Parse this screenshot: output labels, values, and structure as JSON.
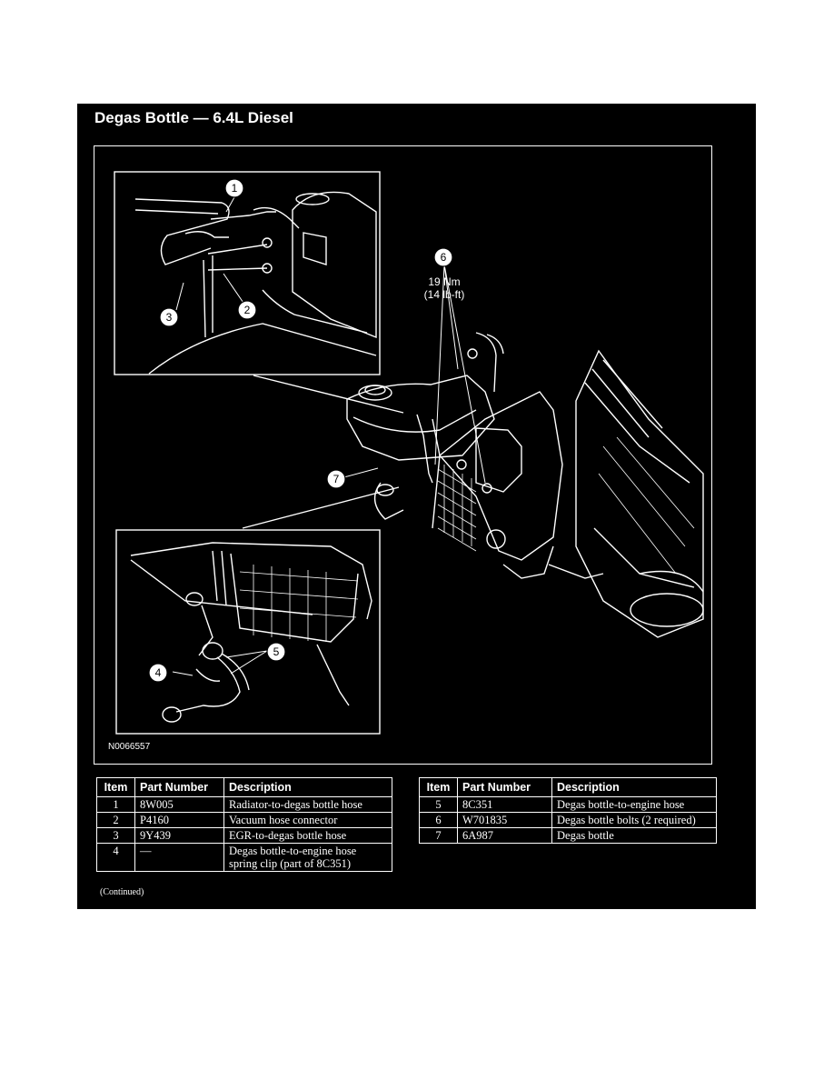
{
  "title": "Degas Bottle — 6.4L Diesel",
  "figure": {
    "id": "N0066557",
    "callouts": [
      "1",
      "2",
      "3",
      "4",
      "5",
      "6",
      "7"
    ],
    "torque_line1": "19 Nm",
    "torque_line2": "(14 lb-ft)"
  },
  "table_headers": {
    "item": "Item",
    "part_number": "Part Number",
    "description": "Description"
  },
  "table_left": [
    {
      "item": "1",
      "part": "8W005",
      "desc": "Radiator-to-degas bottle hose"
    },
    {
      "item": "2",
      "part": "P4160",
      "desc": "Vacuum hose connector"
    },
    {
      "item": "3",
      "part": "9Y439",
      "desc": "EGR-to-degas bottle hose"
    },
    {
      "item": "4",
      "part": "—",
      "desc": "Degas bottle-to-engine hose spring clip (part of 8C351)"
    }
  ],
  "table_right": [
    {
      "item": "5",
      "part": "8C351",
      "desc": "Degas bottle-to-engine hose"
    },
    {
      "item": "6",
      "part": "W701835",
      "desc": "Degas bottle bolts (2 required)"
    },
    {
      "item": "7",
      "part": "6A987",
      "desc": "Degas bottle"
    }
  ],
  "continued": "(Continued)"
}
